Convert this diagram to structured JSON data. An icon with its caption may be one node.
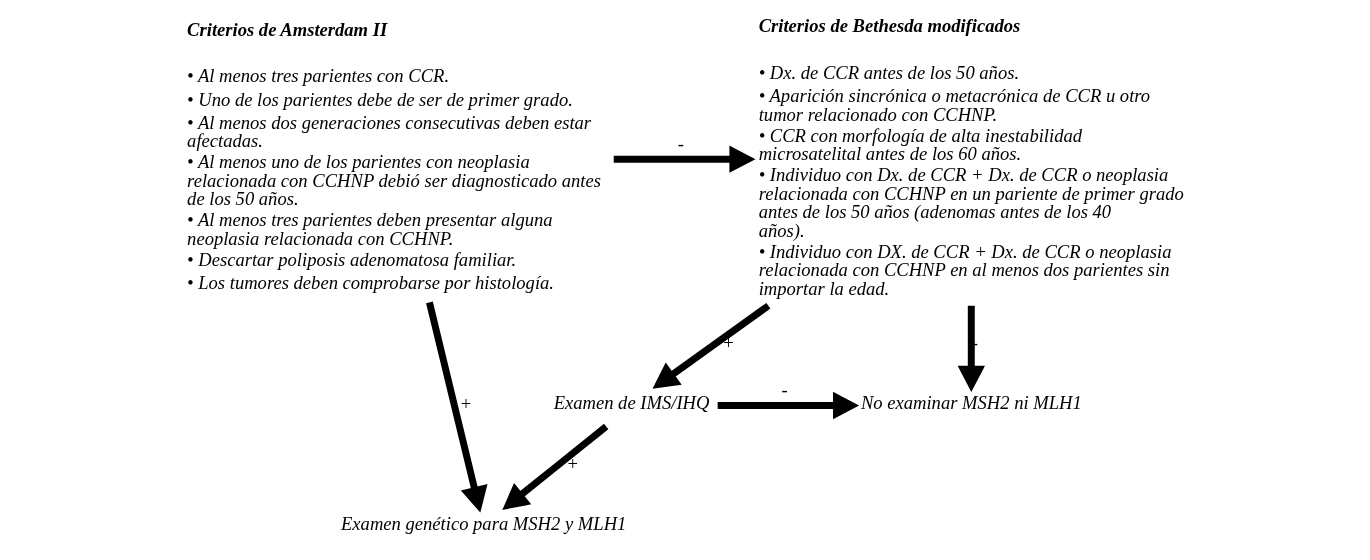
{
  "diagram": {
    "nodes": [
      {
        "text": [
          "Criterios de Amsterdam II",
          "• Al menos tres parientes con CCR.",
          "• Uno de los parientes debe de ser de primer grado.",
          "• Al menos dos generaciones consecutivas deben estar afectadas.",
          "• Al menos uno de los parientes con neoplasia relacionada con CCHNP debió ser diagnosticado antes de los 50 años.",
          "• Al menos tres parientes deben presentar alguna neoplasia relacionada con CCHNP.",
          "• Descartar poliposis adenomatosa familiar.",
          "• Los tumores deben comprobarse por histología."
        ]
      },
      {
        "text": [
          "Criterios de Bethesda modificados",
          "• Dx. de CCR antes de los 50 años.",
          "• Aparición sincrónica o metacrónica de CCR u otro tumor relacionado con CCHNP.",
          "• CCR con morfología de alta inestabilidad microsatelital antes de los 60 años.",
          "• Individuo con Dx. de CCR + Dx. de CCR o neoplasia relacionada con CCHNP en un pariente de primer grado antes de los 50 años (adenomas antes de los 40 años).",
          "• Individuo con DX. de CCR + Dx. de CCR o neoplasia relacionada con CCHNP en al menos dos parientes sin importar la edad."
        ]
      },
      {
        "text": [
          "Examen genético para MSH2 y MLH1"
        ]
      },
      {
        "text": [
          "Examen de IMS/IHQ"
        ]
      },
      {
        "text": [
          "No examinar MSH2 ni MLH1"
        ]
      }
    ],
    "edges": [
      {
        "from": 0,
        "to": 1,
        "arrow": "to",
        "label": "-"
      },
      {
        "from": 0,
        "to": 2,
        "arrow": "to",
        "label": "+"
      },
      {
        "from": 1,
        "to": 3,
        "arrow": "to",
        "label": "+"
      },
      {
        "from": 1,
        "to": 4,
        "arrow": "to",
        "label": "-"
      },
      {
        "from": 3,
        "to": 4,
        "arrow": "to",
        "label": "-"
      },
      {
        "from": 3,
        "to": 2,
        "arrow": "to",
        "label": "+"
      }
    ]
  }
}
